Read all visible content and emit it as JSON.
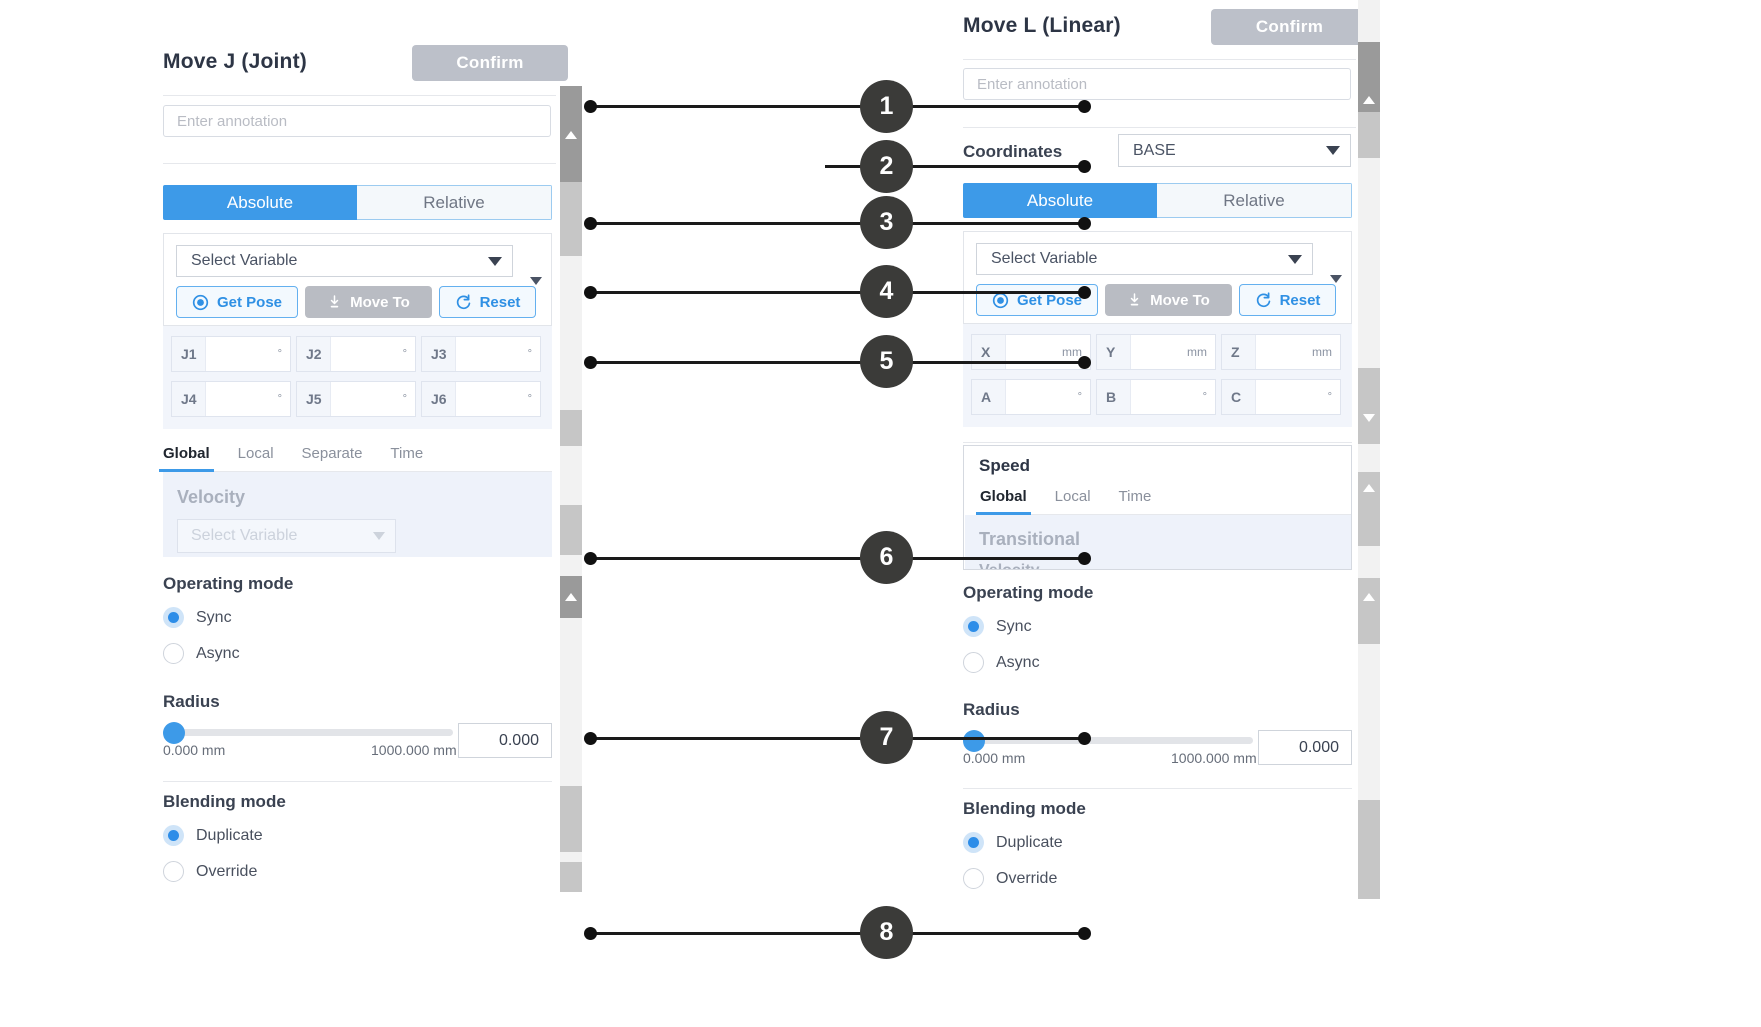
{
  "left_panel": {
    "title": "Move J (Joint)",
    "confirm_label": "Confirm",
    "annotation_placeholder": "Enter annotation",
    "mode_tabs": [
      {
        "label": "Absolute",
        "selected": true
      },
      {
        "label": "Relative",
        "selected": false
      }
    ],
    "variable_select": "Select Variable",
    "actions": [
      {
        "label": "Get Pose",
        "icon": "target-icon",
        "style": "outline"
      },
      {
        "label": "Move To",
        "icon": "download-icon",
        "style": "disabled"
      },
      {
        "label": "Reset",
        "icon": "refresh-icon",
        "style": "outline"
      }
    ],
    "pose_fields": [
      {
        "label": "J1",
        "value": "",
        "unit": "°"
      },
      {
        "label": "J2",
        "value": "",
        "unit": "°"
      },
      {
        "label": "J3",
        "value": "",
        "unit": "°"
      },
      {
        "label": "J4",
        "value": "",
        "unit": "°"
      },
      {
        "label": "J5",
        "value": "",
        "unit": "°"
      },
      {
        "label": "J6",
        "value": "",
        "unit": "°"
      }
    ],
    "speed_tabs": [
      {
        "label": "Global",
        "selected": true
      },
      {
        "label": "Local",
        "selected": false
      },
      {
        "label": "Separate",
        "selected": false
      },
      {
        "label": "Time",
        "selected": false
      }
    ],
    "velocity_label": "Velocity",
    "velocity_select": "Select Variable",
    "operating_mode": {
      "title": "Operating mode",
      "options": [
        {
          "label": "Sync",
          "selected": true
        },
        {
          "label": "Async",
          "selected": false
        }
      ]
    },
    "radius": {
      "title": "Radius",
      "min_label": "0.000 mm",
      "max_label": "1000.000 mm",
      "value": "0.000",
      "percent": 0
    },
    "blending_mode": {
      "title": "Blending mode",
      "options": [
        {
          "label": "Duplicate",
          "selected": true
        },
        {
          "label": "Override",
          "selected": false
        }
      ]
    }
  },
  "right_panel": {
    "title": "Move L (Linear)",
    "confirm_label": "Confirm",
    "annotation_placeholder": "Enter annotation",
    "coordinates": {
      "label": "Coordinates",
      "value": "BASE"
    },
    "mode_tabs": [
      {
        "label": "Absolute",
        "selected": true
      },
      {
        "label": "Relative",
        "selected": false
      }
    ],
    "variable_select": "Select Variable",
    "actions": [
      {
        "label": "Get Pose",
        "icon": "target-icon",
        "style": "outline"
      },
      {
        "label": "Move To",
        "icon": "download-icon",
        "style": "disabled"
      },
      {
        "label": "Reset",
        "icon": "refresh-icon",
        "style": "outline"
      }
    ],
    "pose_fields": [
      {
        "label": "X",
        "value": "",
        "unit": "mm"
      },
      {
        "label": "Y",
        "value": "",
        "unit": "mm"
      },
      {
        "label": "Z",
        "value": "",
        "unit": "mm"
      },
      {
        "label": "A",
        "value": "",
        "unit": "°"
      },
      {
        "label": "B",
        "value": "",
        "unit": "°"
      },
      {
        "label": "C",
        "value": "",
        "unit": "°"
      }
    ],
    "speed": {
      "title": "Speed",
      "tabs": [
        {
          "label": "Global",
          "selected": true
        },
        {
          "label": "Local",
          "selected": false
        },
        {
          "label": "Time",
          "selected": false
        }
      ],
      "transitional_label": "Transitional",
      "transitional_sub": "Velocity"
    },
    "operating_mode": {
      "title": "Operating mode",
      "options": [
        {
          "label": "Sync",
          "selected": true
        },
        {
          "label": "Async",
          "selected": false
        }
      ]
    },
    "radius": {
      "title": "Radius",
      "min_label": "0.000 mm",
      "max_label": "1000.000 mm",
      "value": "0.000",
      "percent": 0
    },
    "blending_mode": {
      "title": "Blending mode",
      "options": [
        {
          "label": "Duplicate",
          "selected": true
        },
        {
          "label": "Override",
          "selected": false
        }
      ]
    }
  },
  "callouts": [
    {
      "number": "1"
    },
    {
      "number": "2"
    },
    {
      "number": "3"
    },
    {
      "number": "4"
    },
    {
      "number": "5"
    },
    {
      "number": "6"
    },
    {
      "number": "7"
    },
    {
      "number": "8"
    }
  ],
  "colors": {
    "accent": "#3d9ae8",
    "confirm_disabled": "#bcc0c9",
    "callout": "#3b3b39",
    "panel_bg": "#ffffff",
    "field_wrap": "#f2f5fb",
    "velocity_pane": "#eef2fa"
  }
}
